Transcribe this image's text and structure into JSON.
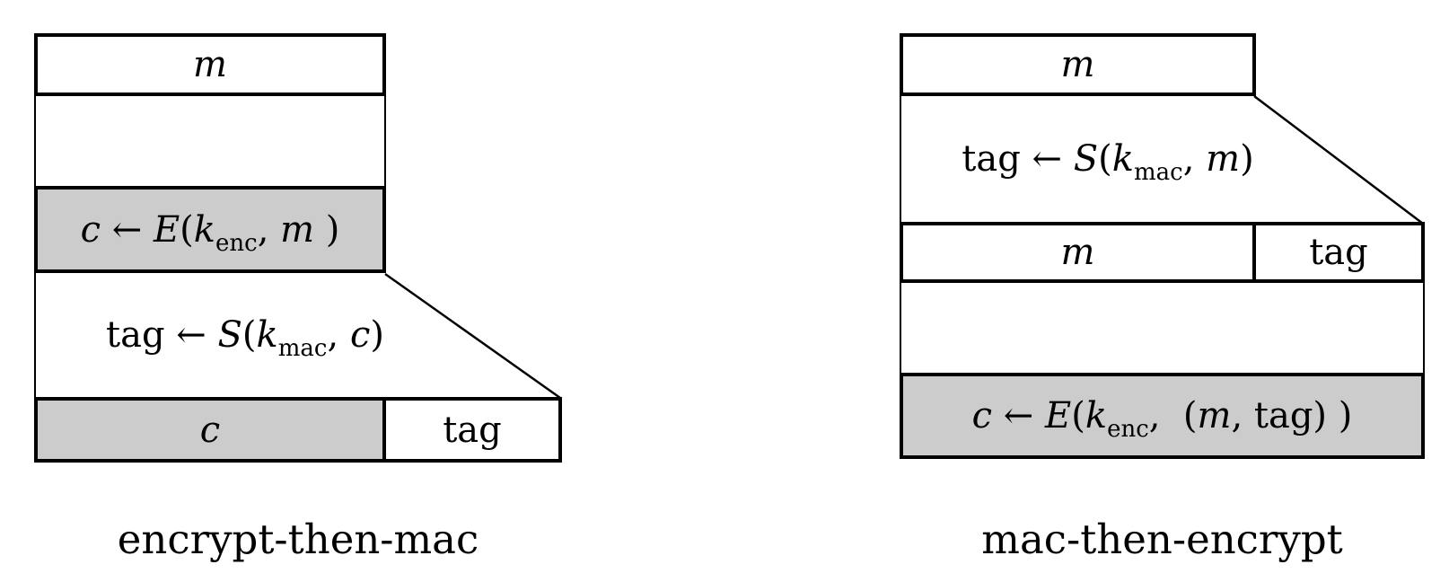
{
  "colors": {
    "shaded_fill": "#cccccc",
    "border": "#000000",
    "background": "#ffffff"
  },
  "diagrams": {
    "left": {
      "caption": "encrypt-then-mac",
      "message_box": "m",
      "encrypt_formula": [
        {
          "t": "c",
          "it": true
        },
        {
          "t": " ← "
        },
        {
          "t": "E",
          "it": true
        },
        {
          "t": "("
        },
        {
          "t": "k",
          "it": true
        },
        {
          "t": "enc",
          "sub": true
        },
        {
          "t": ", "
        },
        {
          "t": "m",
          "it": true
        },
        {
          "t": " )"
        }
      ],
      "mac_formula": [
        {
          "t": "tag ← "
        },
        {
          "t": "S",
          "it": true
        },
        {
          "t": "("
        },
        {
          "t": "k",
          "it": true
        },
        {
          "t": "mac",
          "sub": true
        },
        {
          "t": ", "
        },
        {
          "t": "c",
          "it": true
        },
        {
          "t": ")"
        }
      ],
      "output_cipher": "c",
      "output_tag": "tag"
    },
    "right": {
      "caption": "mac-then-encrypt",
      "message_box": "m",
      "mac_formula": [
        {
          "t": "tag ← "
        },
        {
          "t": "S",
          "it": true
        },
        {
          "t": "("
        },
        {
          "t": "k",
          "it": true
        },
        {
          "t": "mac",
          "sub": true
        },
        {
          "t": ", "
        },
        {
          "t": "m",
          "it": true
        },
        {
          "t": ")"
        }
      ],
      "row_message": "m",
      "row_tag": "tag",
      "encrypt_formula": [
        {
          "t": "c",
          "it": true
        },
        {
          "t": " ← "
        },
        {
          "t": "E",
          "it": true
        },
        {
          "t": "("
        },
        {
          "t": "k",
          "it": true
        },
        {
          "t": "enc",
          "sub": true
        },
        {
          "t": ",  "
        },
        {
          "t": "("
        },
        {
          "t": "m",
          "it": true
        },
        {
          "t": ", tag) )"
        }
      ]
    }
  }
}
